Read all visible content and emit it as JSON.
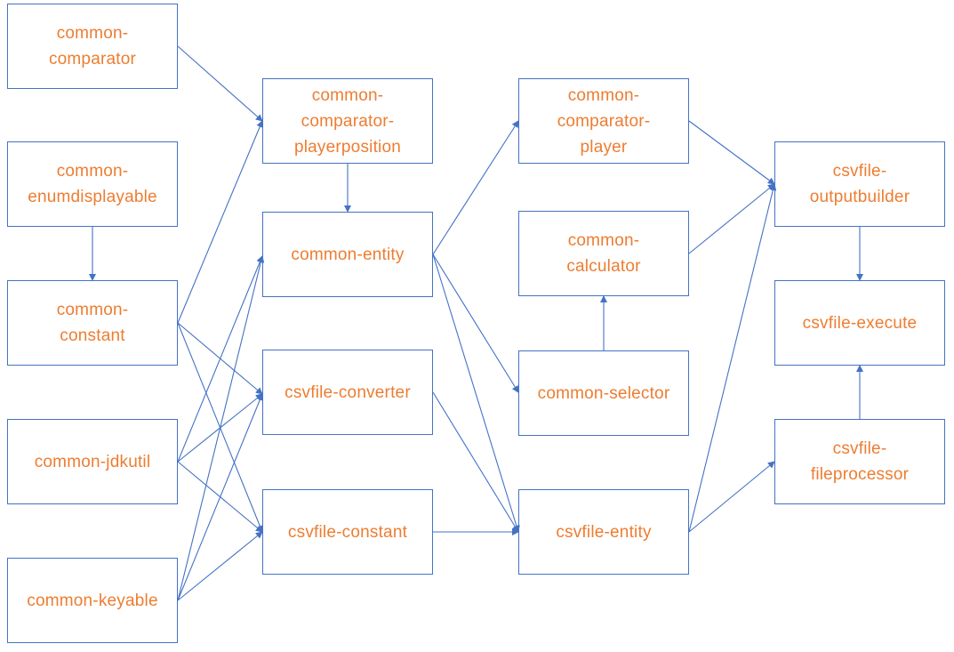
{
  "diagram": {
    "line_color": "#4472c4",
    "text_color": "#ed7d31",
    "nodes": {
      "common_comparator": "common-\ncomparator",
      "common_enumdisplayable": "common-\nenumdisplayable",
      "common_constant": "common-\nconstant",
      "common_jdkutil": "common-jdkutil",
      "common_keyable": "common-keyable",
      "common_comparator_playerposition": "common-\ncomparator-\nplayerposition",
      "common_entity": "common-entity",
      "csvfile_converter": "csvfile-converter",
      "csvfile_constant": "csvfile-constant",
      "common_comparator_player": "common-\ncomparator-\nplayer",
      "common_calculator": "common-\ncalculator",
      "common_selector": "common-selector",
      "csvfile_entity": "csvfile-entity",
      "csvfile_outputbuilder": "csvfile-\noutputbuilder",
      "csvfile_execute": "csvfile-execute",
      "csvfile_fileprocessor": "csvfile-\nfileprocessor"
    }
  }
}
